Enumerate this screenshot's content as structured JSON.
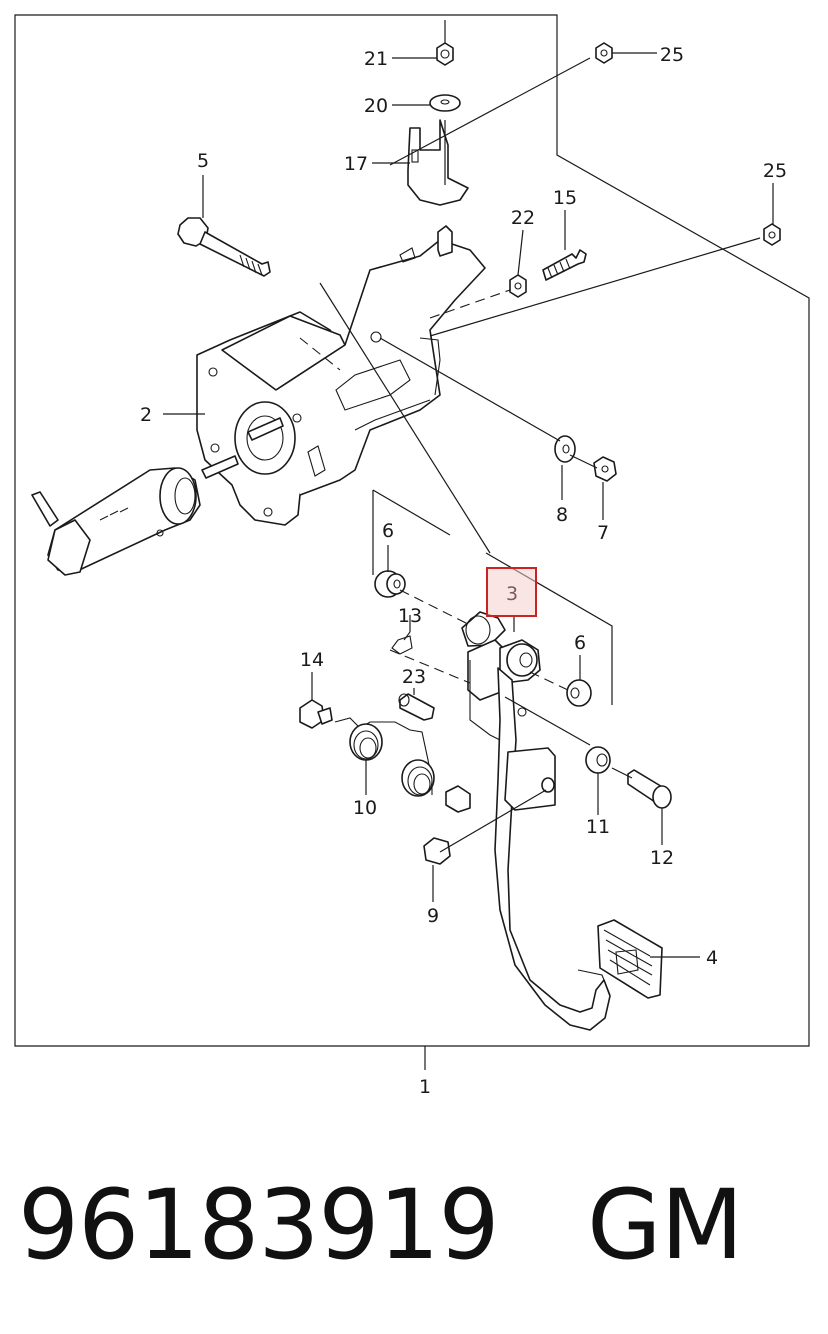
{
  "diagram": {
    "title": "",
    "highlight_color": "#cc2222",
    "callouts": {
      "c1": "1",
      "c2": "2",
      "c3": "3",
      "c4": "4",
      "c5": "5",
      "c6a": "6",
      "c6b": "6",
      "c7": "7",
      "c8": "8",
      "c9": "9",
      "c10": "10",
      "c11": "11",
      "c12": "12",
      "c13": "13",
      "c14": "14",
      "c15": "15",
      "c17": "17",
      "c20": "20",
      "c21": "21",
      "c22": "22",
      "c23": "23",
      "c25a": "25",
      "c25b": "25"
    }
  },
  "caption": {
    "part_number": "96183919",
    "brand": "GM"
  }
}
